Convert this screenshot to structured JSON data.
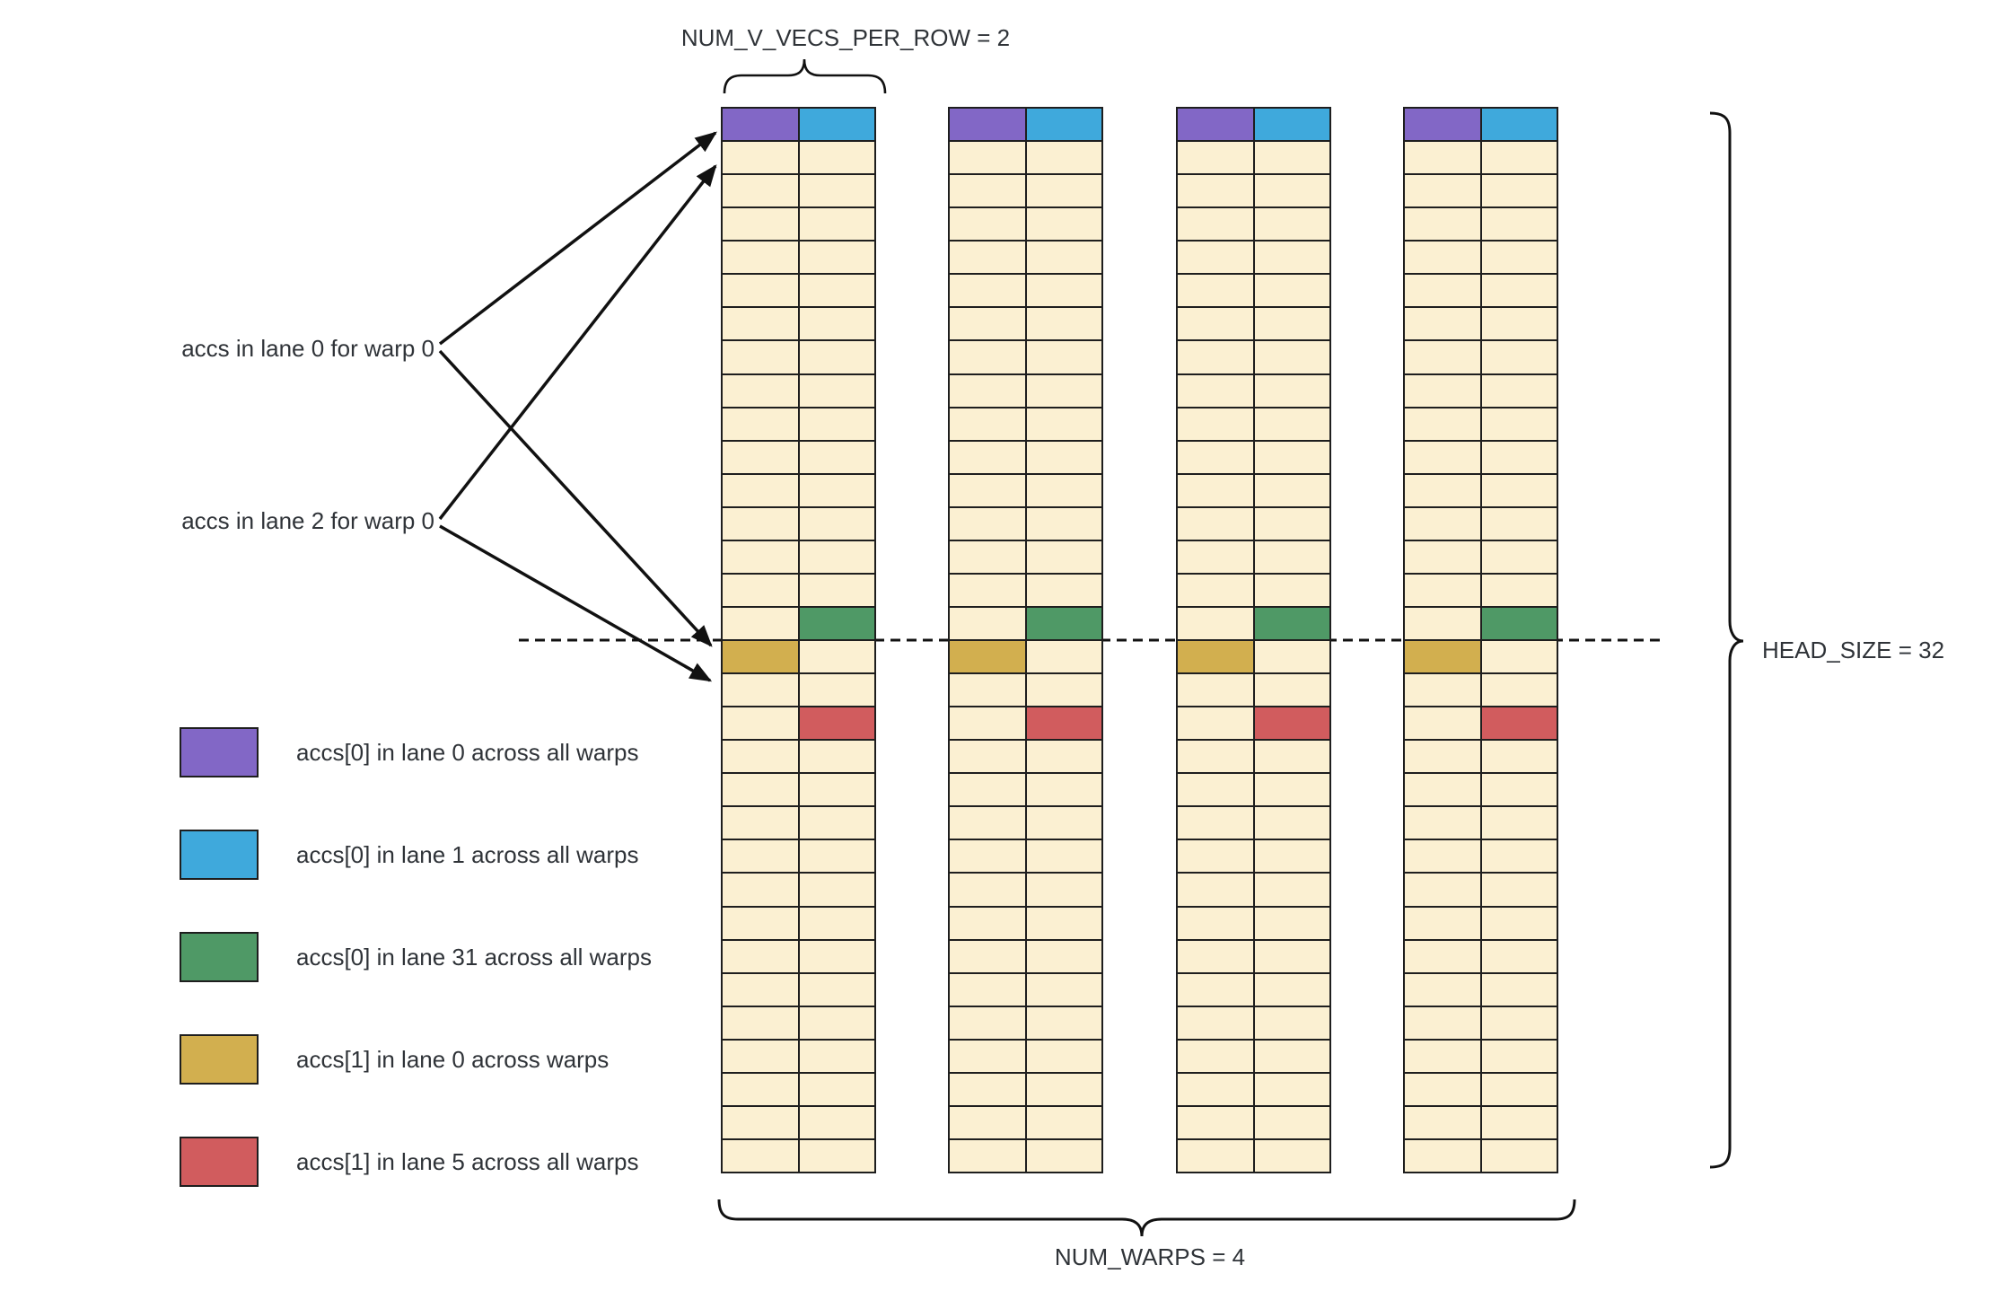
{
  "labels": {
    "num_v_vecs_per_row": "NUM_V_VECS_PER_ROW = 2",
    "num_warps": "NUM_WARPS = 4",
    "head_size": "HEAD_SIZE = 32"
  },
  "annotations": {
    "lane0": "accs in lane 0 for warp 0",
    "lane2": "accs in lane 2 for warp 0"
  },
  "colors": {
    "purple": "#8267C6",
    "blue": "#3FA9DC",
    "green": "#4F9966",
    "gold": "#D2AF4F",
    "red": "#D15C5E",
    "cell": "#FBF0D2",
    "border": "#1e1e1e",
    "text": "#2F3338",
    "line": "#111111"
  },
  "grid": {
    "num_warp_groups": 4,
    "rows_per_group": 32,
    "cols_per_group": 2,
    "highlights": [
      {
        "row": 0,
        "col": 0,
        "color_key": "purple"
      },
      {
        "row": 0,
        "col": 1,
        "color_key": "blue"
      },
      {
        "row": 15,
        "col": 1,
        "color_key": "green"
      },
      {
        "row": 16,
        "col": 0,
        "color_key": "gold"
      },
      {
        "row": 18,
        "col": 1,
        "color_key": "red"
      }
    ]
  },
  "legend": [
    {
      "color_key": "purple",
      "label": "accs[0] in lane 0 across all warps"
    },
    {
      "color_key": "blue",
      "label": "accs[0] in lane 1 across all warps"
    },
    {
      "color_key": "green",
      "label": "accs[0] in lane 31 across all warps"
    },
    {
      "color_key": "gold",
      "label": "accs[1] in lane 0 across warps"
    },
    {
      "color_key": "red",
      "label": "accs[1] in lane 5 across all warps"
    }
  ]
}
